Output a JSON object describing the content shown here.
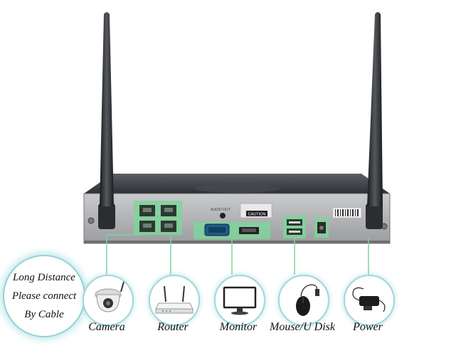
{
  "note": {
    "line1": "Long Distance",
    "line2": "Please connect",
    "line3": "By Cable"
  },
  "device": {
    "caution_label": "CAUTION",
    "audio_label": "AUDIO OUT"
  },
  "connections": [
    {
      "id": "camera",
      "label": "Camera",
      "icon": "camera-icon"
    },
    {
      "id": "router",
      "label": "Router",
      "icon": "router-icon"
    },
    {
      "id": "monitor",
      "label": "Monitor",
      "icon": "monitor-icon"
    },
    {
      "id": "mouse",
      "label": "Mouse/U Disk",
      "icon": "mouse-icon"
    },
    {
      "id": "power",
      "label": "Power",
      "icon": "power-adapter-icon"
    }
  ],
  "colors": {
    "accent_teal": "#8fd3d8",
    "port_green": "#7fd49a",
    "device_dark": "#3a3d42"
  }
}
